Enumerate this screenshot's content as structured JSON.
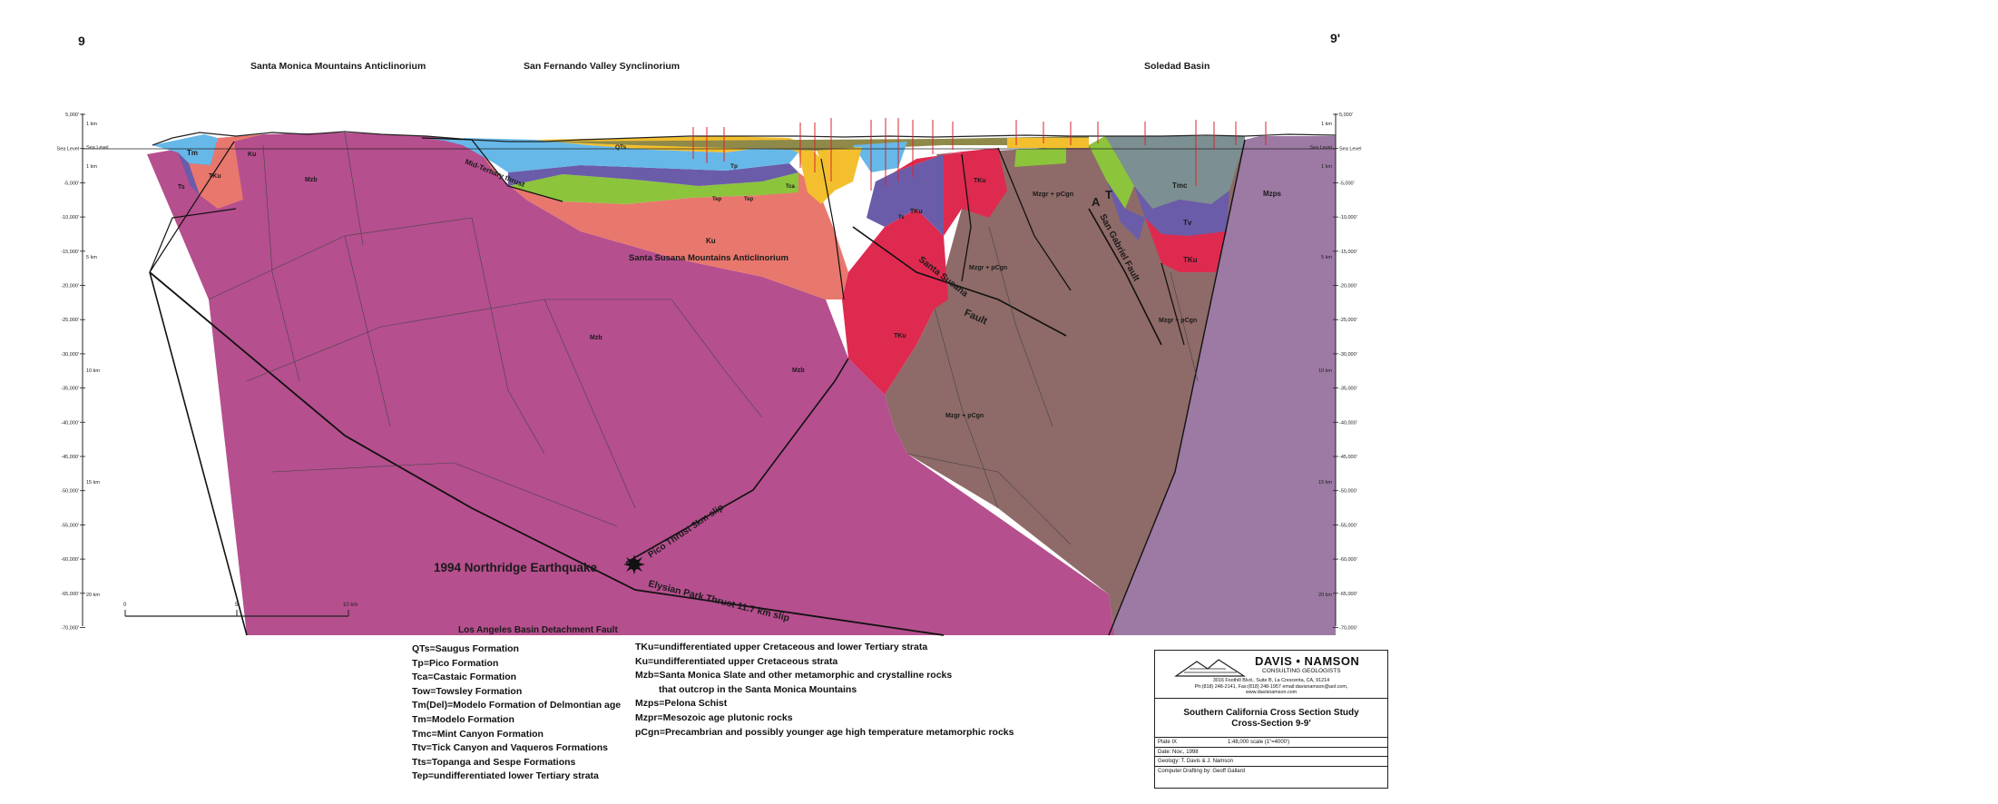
{
  "section": {
    "end_left": "9",
    "end_right": "9'",
    "regions": [
      "Santa Monica Mountains Anticlinorium",
      "San Fernando Valley Synclinorium",
      "Soledad Basin"
    ],
    "units_in_section": {
      "tm": "Tm",
      "tku": "TKu",
      "ku": "Ku",
      "mzb": "Mzb",
      "ts": "Ts",
      "qts": "QTs",
      "tp": "Tp",
      "tep": "Tep",
      "tca": "Tca",
      "tmc": "Tmc",
      "tv": "Tv",
      "mzps": "Mzps",
      "mzgr": "Mzgr + pCgn"
    },
    "structures": {
      "mid_tertiary": "Mid-Tertiary thrust",
      "ss_anticlinorium": "Santa Susana Mountains Anticlinorium",
      "santa_susana": "Santa Susana",
      "fault": "Fault",
      "san_gabriel": "San Gabriel Fault",
      "pico": "Pico Thrust  3km slip",
      "elysian": "Elysian Park Thrust  11.7 km slip",
      "detachment": "Los Angeles Basin Detachment Fault",
      "northridge": "1994 Northridge Earthquake",
      "san_andreas_a": "A",
      "san_andreas_t": "T"
    },
    "depth_left": [
      "5,000'",
      "Sea Level",
      "-5,000'",
      "-10,000'",
      "-15,000'",
      "-20,000'",
      "-25,000'",
      "-30,000'",
      "-35,000'",
      "-40,000'",
      "-45,000'",
      "-50,000'",
      "-55,000'",
      "-60,000'",
      "-65,000'",
      "-70,000'"
    ],
    "depth_right": [
      "5,000'",
      "Sea Level",
      "-5,000'",
      "-10,000'",
      "-15,000'",
      "-20,000'",
      "-25,000'",
      "-30,000'",
      "-35,000'",
      "-40,000'",
      "-45,000'",
      "-50,000'",
      "-55,000'",
      "-60,000'",
      "-65,000'",
      "-70,000'"
    ],
    "km_left": [
      "1 km",
      "Sea Level",
      "1 km",
      "5 km",
      "10 km",
      "15 km",
      "20 km"
    ],
    "km_right": [
      "1 km",
      "Sea Level",
      "1 km",
      "5 km",
      "10 km",
      "15 km",
      "20 km"
    ],
    "scalebar": [
      "0",
      "5",
      "10 km"
    ],
    "colors": {
      "mzb": "#b54f8e",
      "ku": "#e8776e",
      "tku": "#de2a4f",
      "tm": "#66b8e8",
      "tp": "#f3bf2e",
      "tep": "#8cc43c",
      "qts": "#8f8a4a",
      "ts": "#6a5ca8",
      "tmc": "#7c8f92",
      "tv": "#6a5ca8",
      "mzgr": "#8e6b68",
      "mzps": "#a07aa5"
    }
  },
  "legend": {
    "col1": [
      "QTs=Saugus Formation",
      "Tp=Pico Formation",
      "Tca=Castaic Formation",
      "Tow=Towsley Formation",
      "Tm(Del)=Modelo Formation of Delmontian age",
      "Tm=Modelo Formation",
      "Tmc=Mint Canyon Formation",
      "Ttv=Tick Canyon and Vaqueros Formations",
      "Tts=Topanga and Sespe Formations",
      "Tep=undifferentiated lower Tertiary strata"
    ],
    "col2": [
      "TKu=undifferentiated upper Cretaceous and lower Tertiary strata",
      "Ku=undifferentiated upper Cretaceous strata",
      "Mzb=Santa Monica Slate and other metamorphic and crystalline rocks",
      "that outcrop in the Santa Monica Mountains",
      "Mzps=Pelona Schist",
      "Mzpr=Mesozoic age plutonic rocks",
      "pCgn=Precambrian and possibly younger age high temperature metamorphic rocks"
    ]
  },
  "titleblock": {
    "firm": "DAVIS • NAMSON",
    "firm_sub": "CONSULTING GEOLOGISTS",
    "address": "3016 Foothill Blvd., Suite B, La Crescenta, CA, 91214",
    "phone": "Ph:(818) 248-2141, Fax:(818) 248-1957  email:davisnamson@aol.com,",
    "web": "www.davisnamson.com",
    "project": "Southern California Cross Section Study",
    "section": "Cross-Section 9-9'",
    "plate": "Plate IX",
    "scale": "1:48,000 scale   (1\"=4000')",
    "date": "Date: Nov., 1998",
    "geology": "Geology: T. Davis & J. Namson",
    "drafting": "Computer Drafting by: Geoff Gallard"
  }
}
